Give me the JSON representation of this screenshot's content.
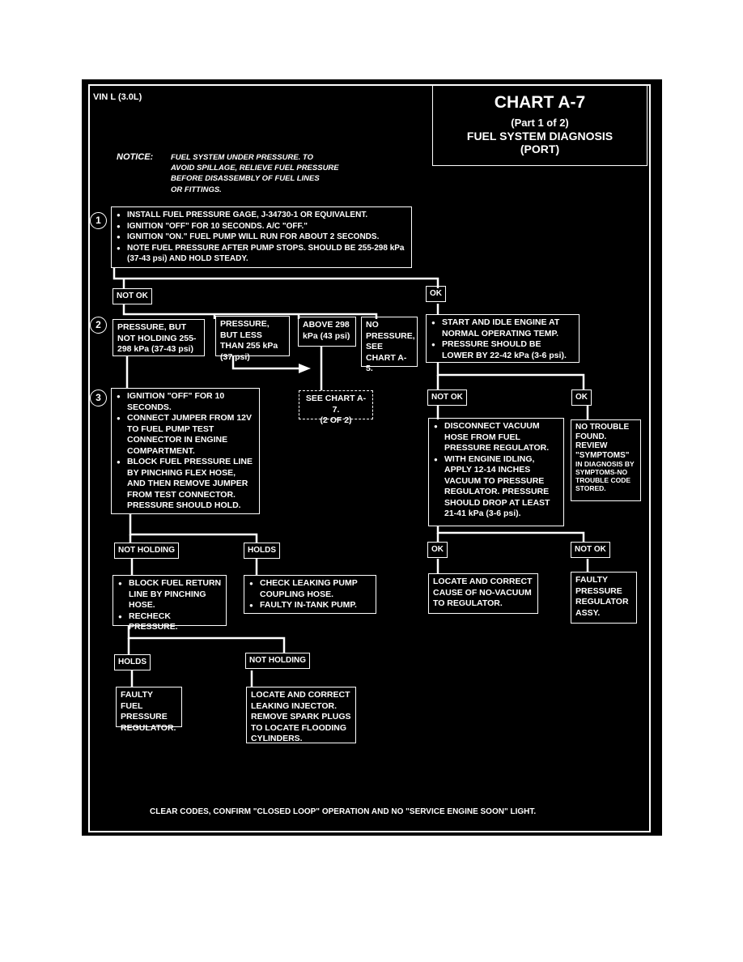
{
  "header": {
    "vin": "VIN L (3.0L)",
    "chart_title": "CHART A-7",
    "part": "(Part 1 of 2)",
    "subtitle1": "FUEL SYSTEM DIAGNOSIS",
    "subtitle2": "(PORT)"
  },
  "notice": {
    "label": "NOTICE:",
    "lines": [
      "FUEL SYSTEM UNDER PRESSURE. TO",
      "AVOID SPILLAGE, RELIEVE FUEL PRESSURE",
      "BEFORE DISASSEMBLY OF FUEL LINES",
      "OR FITTINGS."
    ]
  },
  "steps": [
    "1",
    "2",
    "3"
  ],
  "step1": [
    "INSTALL FUEL PRESSURE GAGE, J-34730-1 OR EQUIVALENT.",
    "IGNITION \"OFF\" FOR 10 SECONDS. A/C \"OFF.\"",
    "IGNITION \"ON.\" FUEL PUMP WILL RUN FOR ABOUT 2 SECONDS.",
    "NOTE FUEL PRESSURE AFTER PUMP STOPS. SHOULD BE 255-298 kPa (37-43 psi) AND HOLD STEADY."
  ],
  "labels": {
    "not_ok": "NOT OK",
    "ok": "OK",
    "not_holding": "NOT HOLDING",
    "holds": "HOLDS"
  },
  "branch_boxes": {
    "not_holding_pressure": "PRESSURE, BUT NOT HOLDING 255-298 kPa (37-43 psi)",
    "less_than": "PRESSURE, BUT LESS THAN 255 kPa (37 psi)",
    "above": "ABOVE 298 kPa (43 psi)",
    "no_pressure": "NO PRESSURE, SEE CHART A-5.",
    "see_chart_a7": "SEE CHART A-7.",
    "see_chart_a7_part": "(2 OF 2)"
  },
  "ok_branch": {
    "start_idle": [
      "START AND IDLE ENGINE AT NORMAL OPERATING TEMP.",
      "PRESSURE SHOULD BE LOWER BY 22-42 kPa (3-6 psi)."
    ],
    "disconnect_vacuum": [
      "DISCONNECT VACUUM HOSE FROM FUEL PRESSURE REGULATOR.",
      "WITH ENGINE IDLING, APPLY 12-14 INCHES VACUUM TO PRESSURE REGULATOR. PRESSURE SHOULD DROP AT LEAST 21-41 kPa (3-6 psi)."
    ],
    "no_trouble_lines": [
      "NO TROUBLE",
      "FOUND.",
      "REVIEW",
      "\"SYMPTOMS\"",
      "IN DIAGNOSIS BY",
      "SYMPTOMS-NO",
      "TROUBLE CODE",
      "STORED."
    ],
    "locate_no_vacuum": "LOCATE AND CORRECT CAUSE OF NO-VACUUM TO REGULATOR.",
    "faulty_regulator_assy": "FAULTY PRESSURE REGULATOR ASSY."
  },
  "step3": [
    "IGNITION \"OFF\" FOR 10 SECONDS.",
    "CONNECT JUMPER FROM 12V TO FUEL PUMP TEST CONNECTOR IN ENGINE COMPARTMENT.",
    "BLOCK FUEL PRESSURE LINE BY PINCHING FLEX HOSE, AND THEN REMOVE JUMPER FROM TEST CONNECTOR. PRESSURE SHOULD HOLD."
  ],
  "lower_branch": {
    "block_return": [
      "BLOCK FUEL RETURN LINE BY PINCHING HOSE.",
      "RECHECK PRESSURE."
    ],
    "check_leaking": [
      "CHECK LEAKING PUMP COUPLING HOSE.",
      "FAULTY IN-TANK PUMP."
    ],
    "faulty_fuel_regulator": "FAULTY FUEL PRESSURE REGULATOR.",
    "locate_injector": "LOCATE AND CORRECT LEAKING INJECTOR. REMOVE SPARK PLUGS TO LOCATE FLOODING CYLINDERS."
  },
  "footer": "CLEAR CODES, CONFIRM \"CLOSED LOOP\" OPERATION AND NO \"SERVICE ENGINE SOON\" LIGHT."
}
